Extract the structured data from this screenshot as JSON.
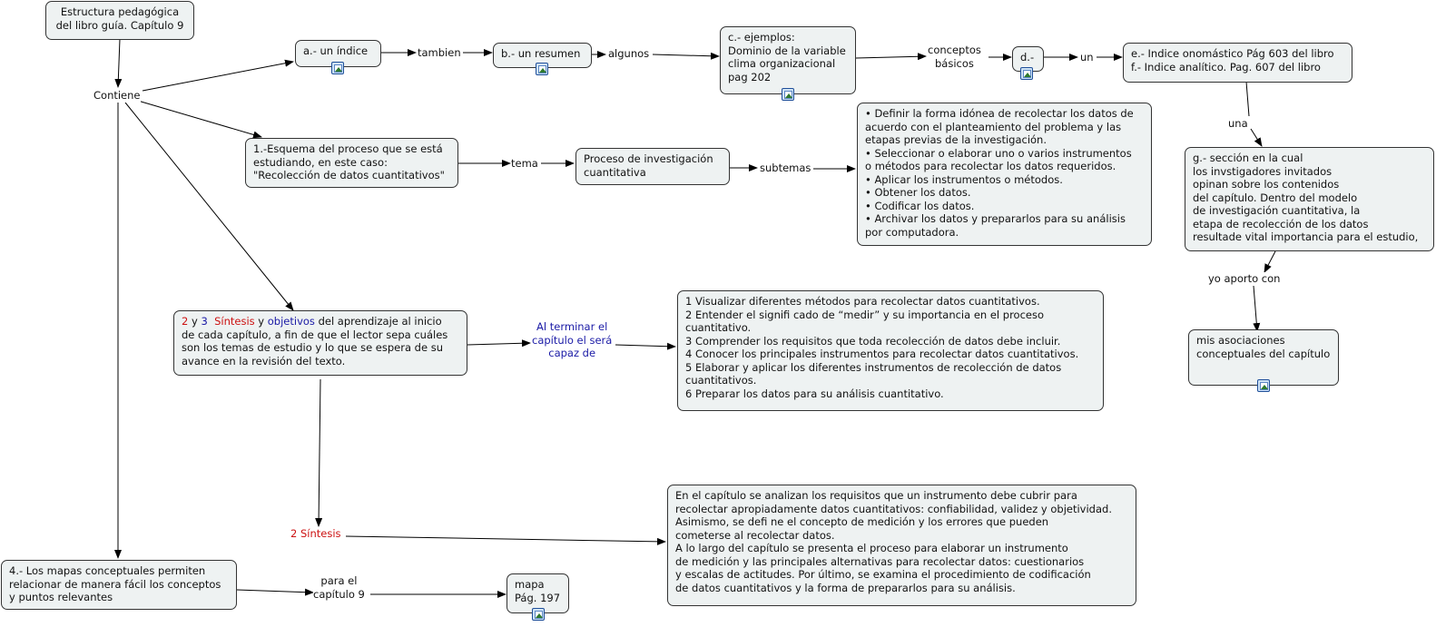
{
  "nodes": {
    "root": [
      "Estructura pedagógica",
      "del libro guía. Capítulo 9"
    ],
    "indice": "a.- un índice",
    "resumen": "b.- un resumen",
    "ejemplos": [
      "c.- ejemplos:",
      "Dominio de la variable",
      "clima organizacional",
      "pag 202"
    ],
    "d": "d.-",
    "indices": [
      "e.- Indice onomástico Pág 603 del libro",
      "f.- Indice analítico. Pag. 607 del libro"
    ],
    "esquema": [
      "1.-Esquema del proceso que se está",
      "estudiando, en este caso:",
      "\"Recolección de datos cuantitativos\""
    ],
    "proceso": [
      "Proceso de investigación",
      "cuantitativa"
    ],
    "subtemas_list": [
      "• Definir la forma idónea de recolectar los datos de",
      "acuerdo con el planteamiento del problema y las",
      "etapas previas de la investigación.",
      "• Seleccionar o elaborar uno o varios instrumentos",
      "o métodos para recolectar los datos requeridos.",
      "• Aplicar los instrumentos o métodos.",
      "• Obtener los datos.",
      "• Codificar los datos.",
      "• Archivar los datos y prepararlos para su análisis",
      "por computadora."
    ],
    "seccion": [
      "g.- sección en la cual",
      "los invstigadores invitados",
      "opinan sobre los contenidos",
      "del capítulo. Dentro del modelo",
      "de investigación cuantitativa, la",
      "etapa de recolección de los datos",
      "resultade vital importancia para el estudio,"
    ],
    "asociaciones": [
      "mis asociaciones",
      "conceptuales del capítulo"
    ],
    "sintesis_obj": {
      "n2": "2",
      "y1": "y",
      "n3": "3",
      "sintesis": "Síntesis",
      "y2": "y",
      "objetivos": "objetivos",
      "rest1": "del aprendizaje al inicio",
      "line2": "de cada capítulo, a fin de que el lector sepa cuáles",
      "line3": "son los temas de estudio y lo que se espera de su",
      "line4": "avance en la revisión del texto."
    },
    "objetivos_list": [
      "1 Visualizar diferentes métodos para recolectar datos cuantitativos.",
      "2 Entender el signifi cado de “medir” y su importancia en el proceso",
      "cuantitativo.",
      "3 Comprender los requisitos que toda recolección de datos debe incluir.",
      "4 Conocer los principales instrumentos para recolectar datos cuantitativos.",
      "5 Elaborar y aplicar los diferentes instrumentos de recolección de datos",
      "cuantitativos.",
      "6 Preparar los datos para su análisis cuantitativo."
    ],
    "sintesis_text": [
      "En el capítulo se analizan los requisitos que un instrumento debe cubrir para",
      "recolectar apropiadamente datos cuantitativos: confiabilidad, validez y objetividad.",
      "Asimismo, se defi ne el concepto de medición y los errores que pueden",
      "cometerse al recolectar datos.",
      "A lo largo del capítulo se presenta el proceso para elaborar un instrumento",
      "de medición y las principales alternativas para recolectar datos: cuestionarios",
      "y escalas de actitudes. Por último, se examina el procedimiento de codificación",
      "de datos cuantitativos y la forma de prepararlos para su análisis."
    ],
    "mapas": [
      "4.- Los mapas conceptuales permiten",
      "relacionar de manera fácil los conceptos",
      "y puntos relevantes"
    ],
    "mapa_pag": [
      "mapa",
      "Pág. 197"
    ]
  },
  "labels": {
    "contiene": "Contiene",
    "tambien": "tambien",
    "algunos": "algunos",
    "conceptos_basicos": [
      "conceptos",
      "básicos"
    ],
    "un": "un",
    "una": "una",
    "tema": "tema",
    "subtemas": "subtemas",
    "yo_aporto": "yo aporto con",
    "al_terminar": [
      "Al terminar el",
      "capítulo el será",
      "capaz de"
    ],
    "dos_sintesis": "2 Síntesis",
    "para_el": [
      "para el",
      "capítulo 9"
    ]
  },
  "icons": [
    "image-attachment-icon"
  ],
  "colors": {
    "node_fill": "#eef2f2",
    "red_text": "#cc1111",
    "blue_text": "#1a1aa6"
  }
}
